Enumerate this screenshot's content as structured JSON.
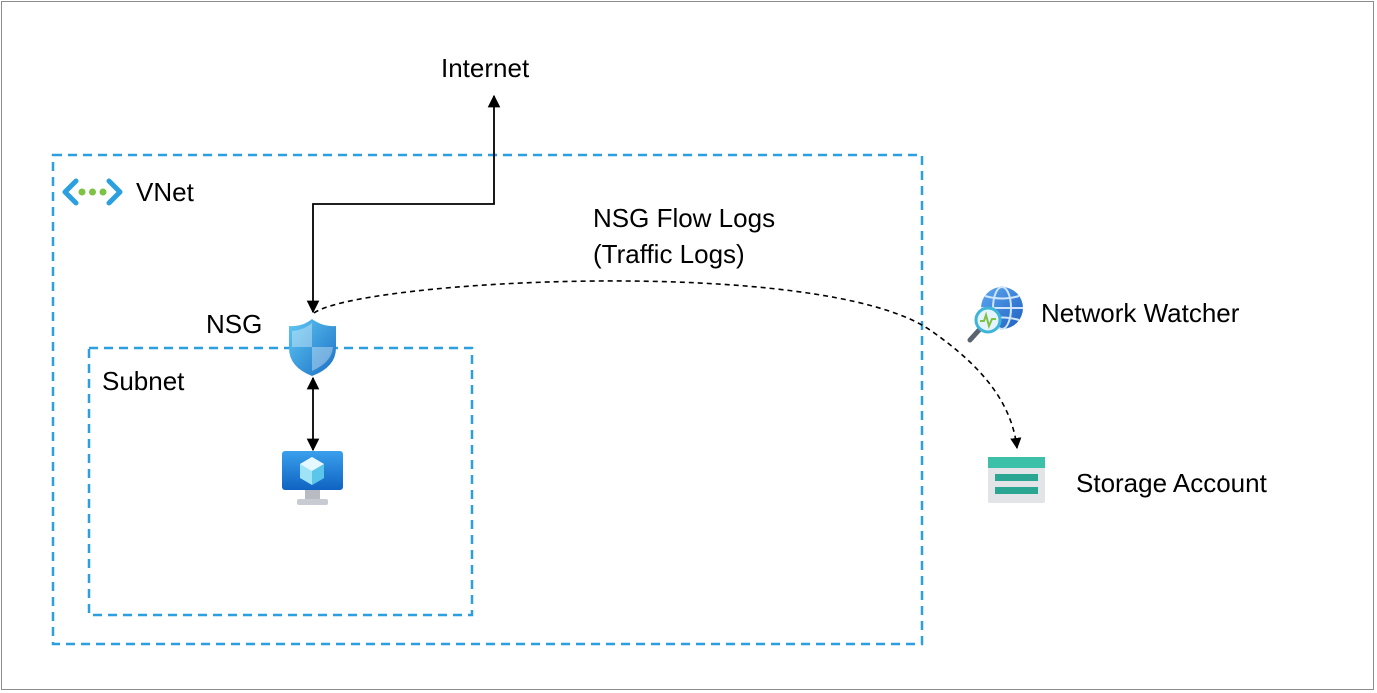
{
  "labels": {
    "internet": "Internet",
    "vnet": "VNet",
    "nsg": "NSG",
    "subnet": "Subnet",
    "flow_logs_line1": "NSG Flow Logs",
    "flow_logs_line2": "(Traffic Logs)",
    "network_watcher": "Network Watcher",
    "storage_account": "Storage Account"
  },
  "colors": {
    "boundary": "#2b9fe0",
    "border": "#8c8c8c",
    "arrow": "#000000"
  },
  "icons": {
    "vnet": "virtual-network-icon",
    "nsg": "network-security-group-shield-icon",
    "vm": "virtual-machine-icon",
    "network_watcher": "network-watcher-globe-icon",
    "storage": "storage-account-icon"
  }
}
